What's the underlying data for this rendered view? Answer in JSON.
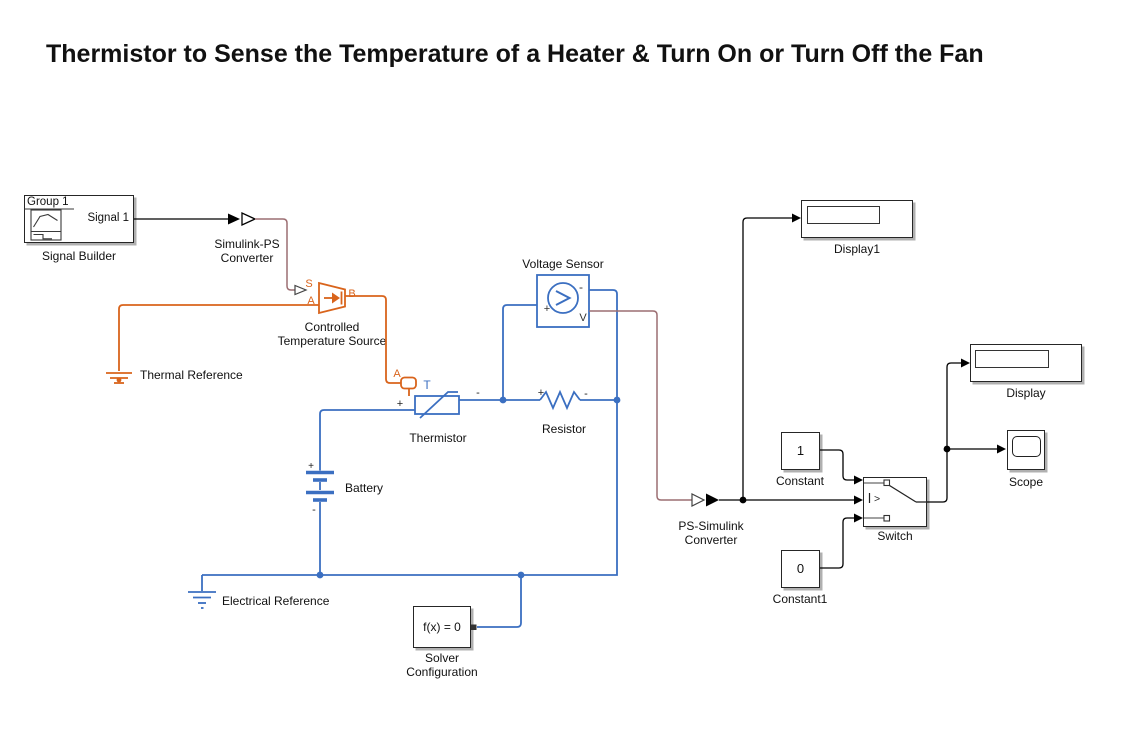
{
  "title": "Thermistor to Sense the Temperature of a Heater & Turn On or Turn Off the Fan",
  "colors": {
    "electrical_line": "#3B6FC1",
    "thermal_line": "#D9641C",
    "physical_signal_line": "#9C6E72",
    "signal_line": "#000000"
  },
  "blocks": {
    "signal_builder": {
      "name": "Signal Builder",
      "group_label": "Group 1",
      "signal_label": "Signal 1"
    },
    "simulink_ps_converter": {
      "name_line1": "Simulink-PS",
      "name_line2": "Converter"
    },
    "controlled_temperature_source": {
      "name_line1": "Controlled",
      "name_line2": "Temperature Source",
      "port_s": "S",
      "port_a": "A",
      "port_b": "B"
    },
    "thermal_reference": {
      "name": "Thermal Reference"
    },
    "thermistor": {
      "name": "Thermistor",
      "port_a": "A",
      "port_t": "T",
      "plus": "+",
      "minus": "-"
    },
    "battery": {
      "name": "Battery",
      "plus": "+",
      "minus": "-"
    },
    "resistor": {
      "name": "Resistor",
      "plus": "+",
      "minus": "-"
    },
    "voltage_sensor": {
      "name": "Voltage Sensor",
      "plus": "+",
      "minus": "-",
      "port_v": "V"
    },
    "electrical_reference": {
      "name": "Electrical Reference"
    },
    "solver_configuration": {
      "name_line1": "Solver",
      "name_line2": "Configuration",
      "icon_text": "f(x) = 0"
    },
    "ps_simulink_converter": {
      "name_line1": "PS-Simulink",
      "name_line2": "Converter"
    },
    "display1": {
      "name": "Display1"
    },
    "display": {
      "name": "Display"
    },
    "constant": {
      "name": "Constant",
      "value": "1"
    },
    "constant1": {
      "name": "Constant1",
      "value": "0"
    },
    "switch": {
      "name": "Switch",
      "threshold_glyph": ">"
    },
    "scope": {
      "name": "Scope"
    }
  }
}
